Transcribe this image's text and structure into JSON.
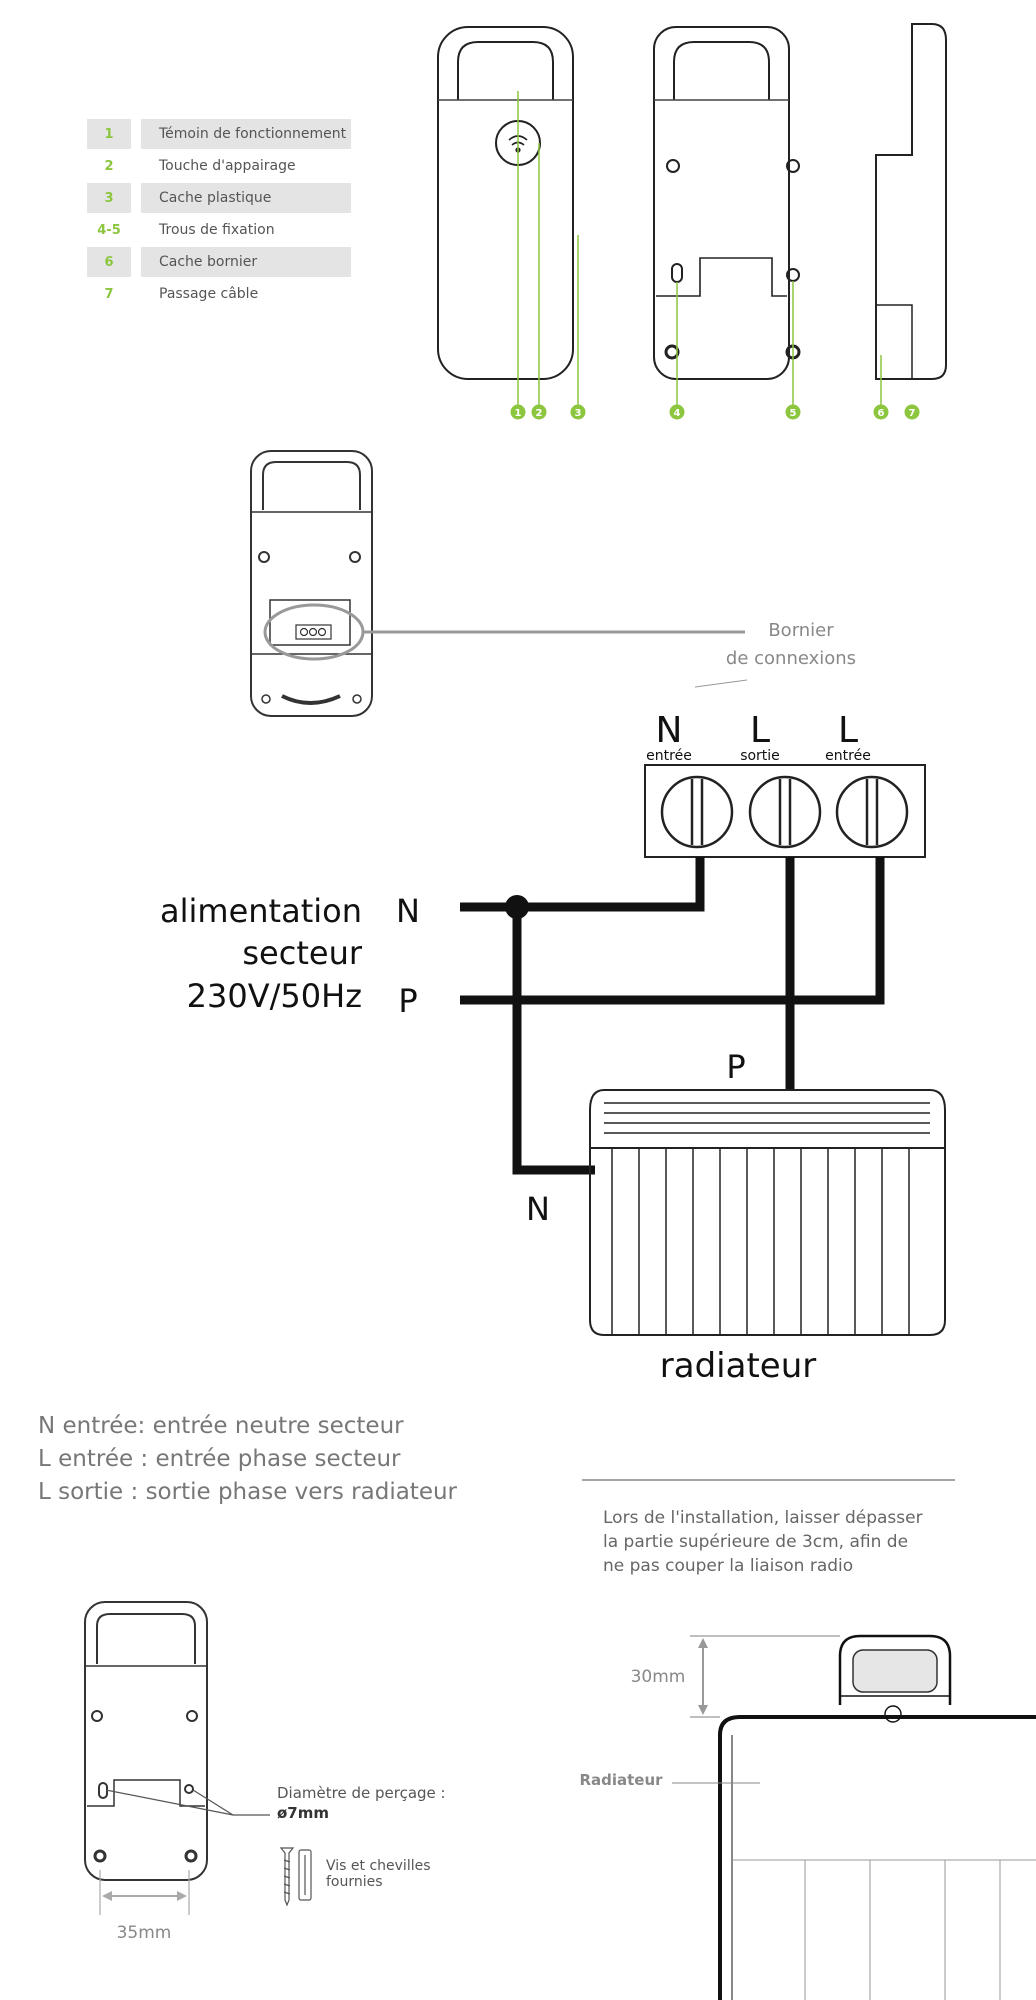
{
  "legend": [
    {
      "num": "1",
      "label": "Témoin de fonctionnement"
    },
    {
      "num": "2",
      "label": "Touche d'appairage"
    },
    {
      "num": "3",
      "label": "Cache plastique"
    },
    {
      "num": "4-5",
      "label": "Trous de fixation"
    },
    {
      "num": "6",
      "label": "Cache bornier"
    },
    {
      "num": "7",
      "label": "Passage câble"
    }
  ],
  "markers": [
    "1",
    "2",
    "3",
    "4",
    "5",
    "6",
    "7"
  ],
  "accent_color": "#8cc63f",
  "bornier": {
    "line1": "Bornier",
    "line2": "de connexions"
  },
  "terminals": [
    {
      "letter": "N",
      "sub": "entrée"
    },
    {
      "letter": "L",
      "sub": "sortie"
    },
    {
      "letter": "L",
      "sub": "entrée"
    }
  ],
  "supply": {
    "line1": "alimentation",
    "line2": "secteur",
    "line3": "230V/50Hz",
    "n": "N",
    "p": "P"
  },
  "radiator": {
    "label": "radiateur",
    "p": "P",
    "n": "N"
  },
  "definitions": [
    "N entrée: entrée neutre secteur",
    "L entrée : entrée phase secteur",
    "L sortie : sortie phase vers radiateur"
  ],
  "install_note": [
    "Lors de l'installation, laisser dépasser",
    "la partie supérieure de 3cm, afin de",
    "ne pas couper la liaison radio"
  ],
  "drill": {
    "line1": "Diamètre de perçage :",
    "line2": "ø7mm"
  },
  "screws": {
    "line1": "Vis et chevilles",
    "line2": "fournies"
  },
  "dim_35": "35mm",
  "dim_30": "30mm",
  "radiateur_side": "Radiateur"
}
